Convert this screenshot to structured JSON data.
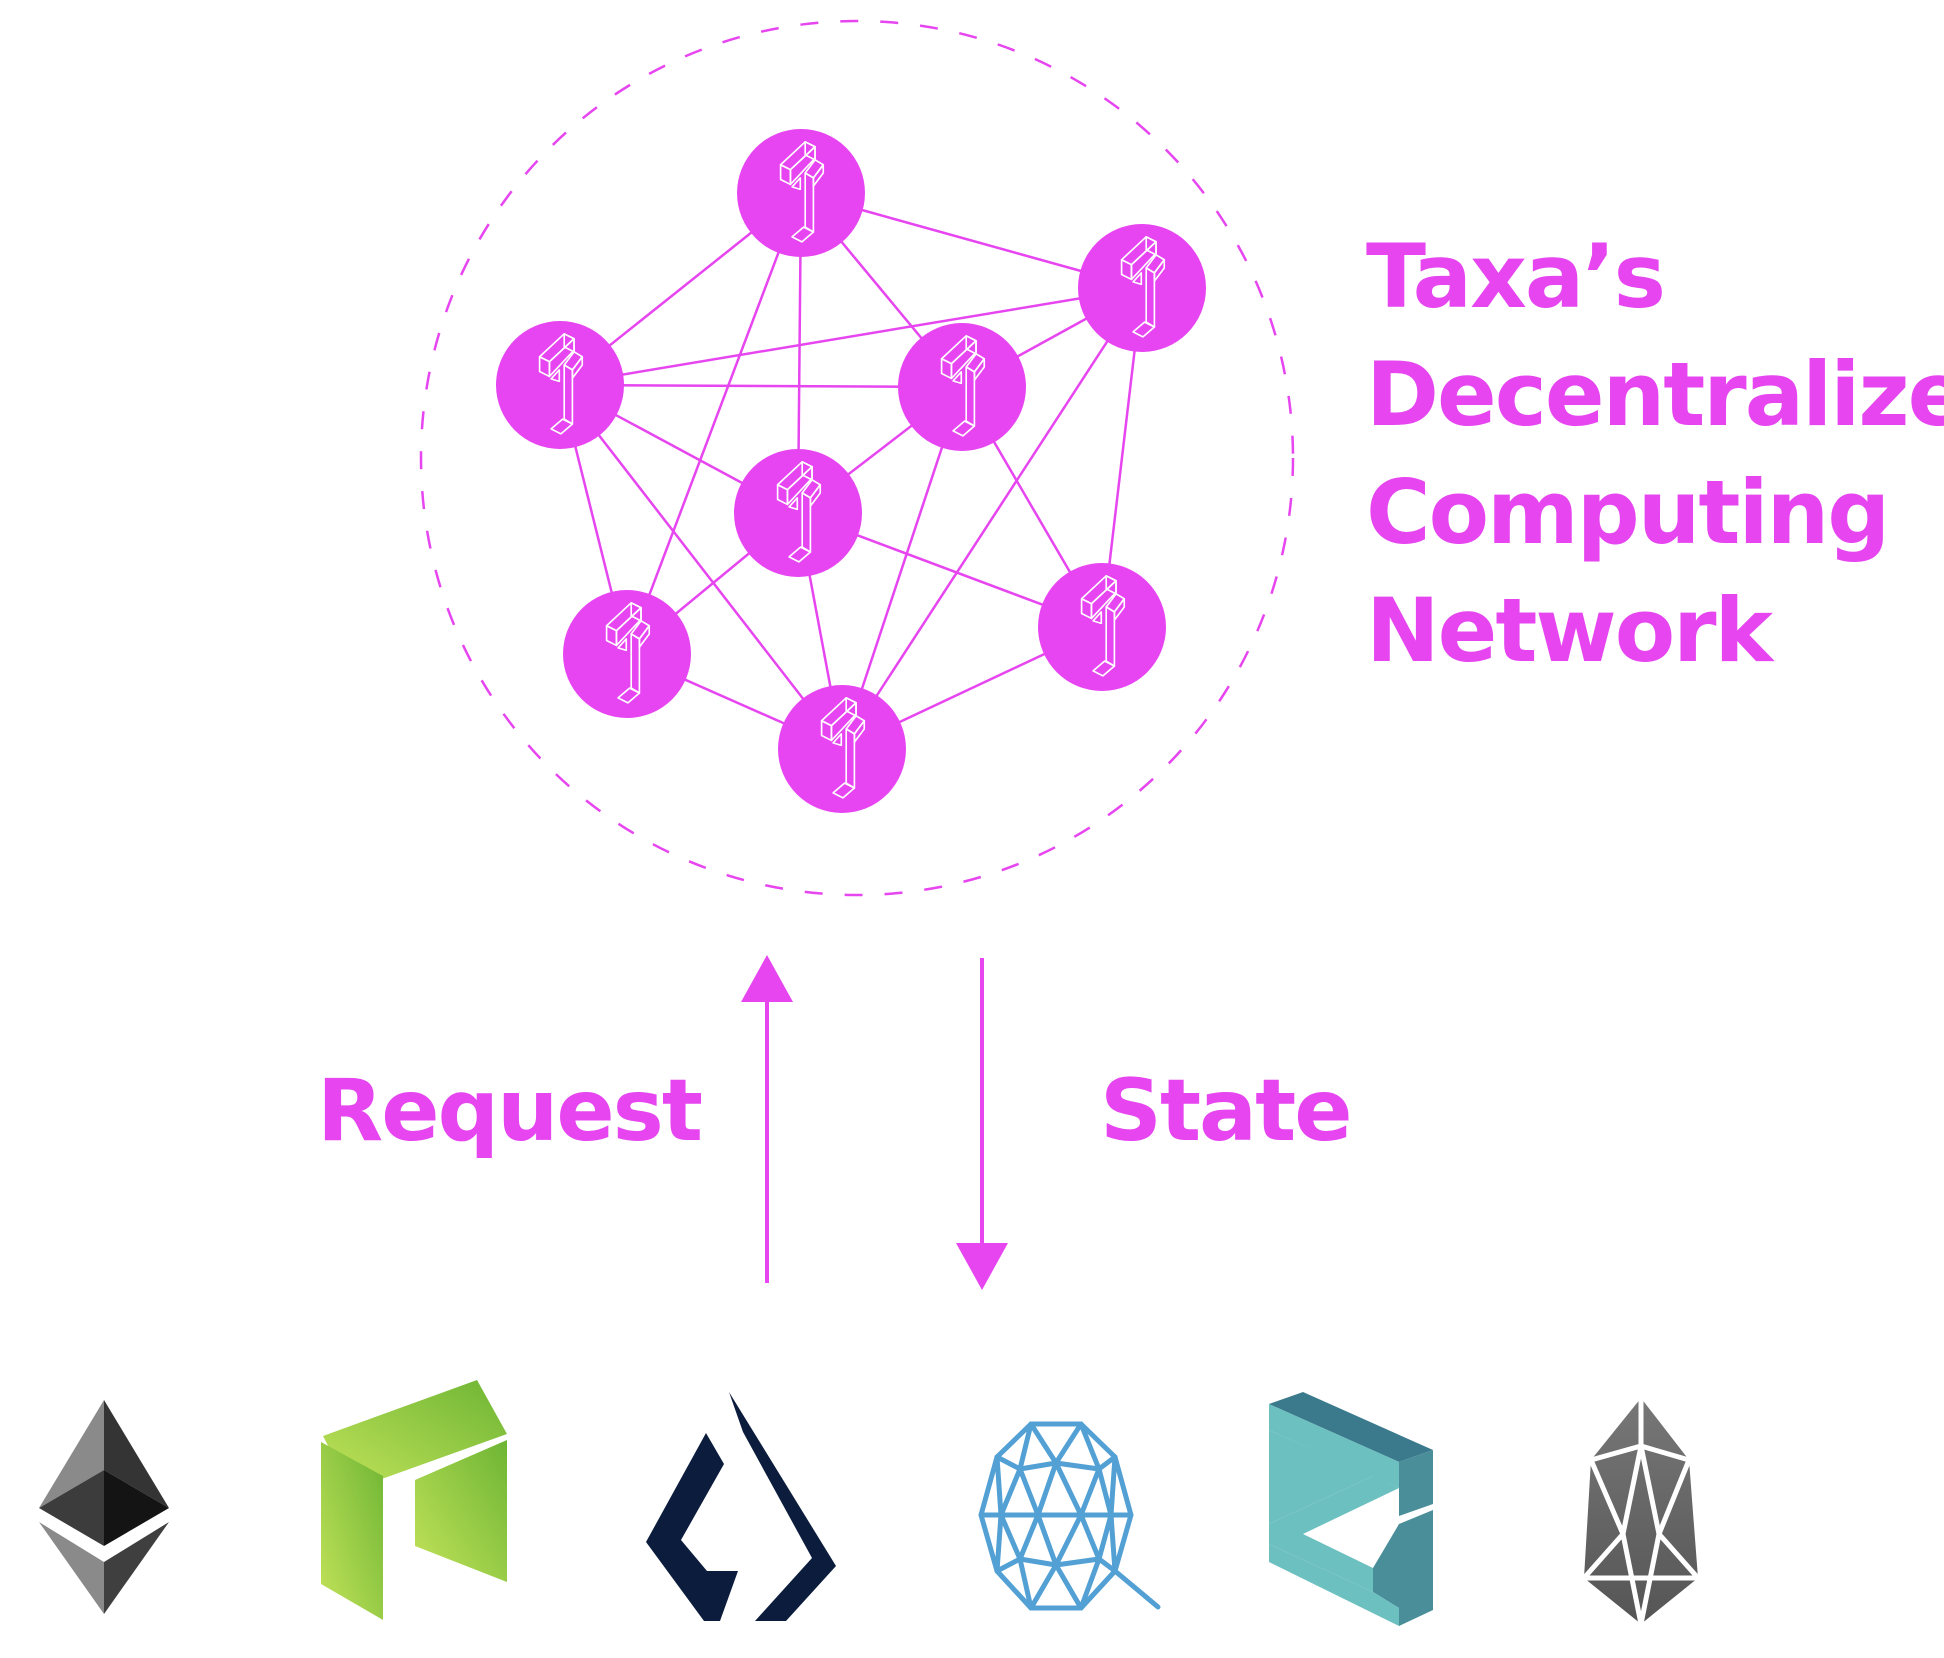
{
  "title": {
    "lines": [
      "Taxa’s",
      "Decentralized",
      "Computing",
      "Network"
    ]
  },
  "flows": {
    "request_label": "Request",
    "state_label": "State"
  },
  "colors": {
    "accent": "#e645f0",
    "node_fill": "#e845f2",
    "node_glyph": "#ffffff"
  },
  "network": {
    "node_icon": "taxa-logo-icon",
    "nodes": [
      {
        "id": "n1",
        "name": "top"
      },
      {
        "id": "n2",
        "name": "top-right"
      },
      {
        "id": "n3",
        "name": "left"
      },
      {
        "id": "n4",
        "name": "center-right"
      },
      {
        "id": "n5",
        "name": "center"
      },
      {
        "id": "n6",
        "name": "bottom-left"
      },
      {
        "id": "n7",
        "name": "bottom-right"
      },
      {
        "id": "n8",
        "name": "bottom"
      }
    ],
    "edges": [
      [
        "n1",
        "n2"
      ],
      [
        "n1",
        "n3"
      ],
      [
        "n1",
        "n4"
      ],
      [
        "n1",
        "n5"
      ],
      [
        "n1",
        "n6"
      ],
      [
        "n3",
        "n2"
      ],
      [
        "n3",
        "n4"
      ],
      [
        "n3",
        "n5"
      ],
      [
        "n3",
        "n6"
      ],
      [
        "n3",
        "n8"
      ],
      [
        "n2",
        "n4"
      ],
      [
        "n2",
        "n8"
      ],
      [
        "n2",
        "n7"
      ],
      [
        "n4",
        "n5"
      ],
      [
        "n4",
        "n8"
      ],
      [
        "n4",
        "n7"
      ],
      [
        "n5",
        "n6"
      ],
      [
        "n5",
        "n8"
      ],
      [
        "n5",
        "n7"
      ],
      [
        "n6",
        "n8"
      ],
      [
        "n7",
        "n8"
      ]
    ]
  },
  "blockchains": [
    {
      "name": "Ethereum",
      "icon": "ethereum-logo-icon"
    },
    {
      "name": "NEO",
      "icon": "neo-logo-icon"
    },
    {
      "name": "Lisk",
      "icon": "lisk-logo-icon"
    },
    {
      "name": "Qtum",
      "icon": "qtum-logo-icon"
    },
    {
      "name": "Zilliqa",
      "icon": "zilliqa-logo-icon"
    },
    {
      "name": "EOS",
      "icon": "eos-logo-icon"
    }
  ]
}
